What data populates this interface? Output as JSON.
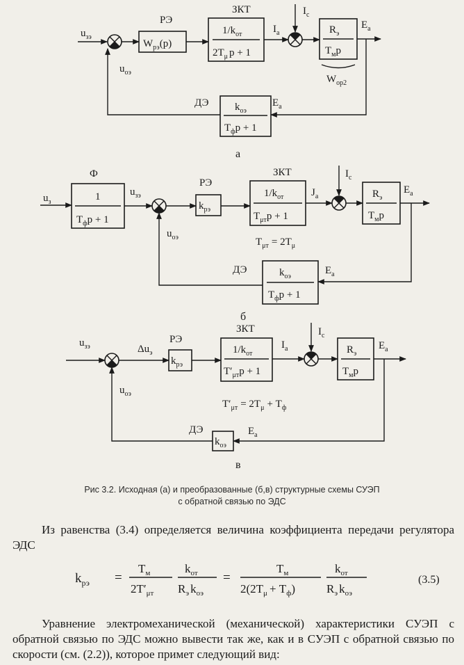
{
  "diagram_a": {
    "u_input": "u",
    "u_input_sub": "зэ",
    "u_feedback": "u",
    "u_feedback_sub": "оэ",
    "re_label": "РЭ",
    "re_W": "W",
    "re_W_sub": "рэ",
    "re_W_arg": "(p)",
    "zkt_label": "ЗКТ",
    "zkt_num": "1/k",
    "zkt_num_sub": "от",
    "zkt_den_a": "2T",
    "zkt_den_sub": "μ",
    "zkt_den_b": "p + 1",
    "Ia": "I",
    "Ia_sub": "a",
    "Ic": "I",
    "Ic_sub": "c",
    "plant_num": "R",
    "plant_num_sub": "э",
    "plant_den": "T",
    "plant_den_sub": "м",
    "plant_den_b": "p",
    "Ea": "E",
    "Ea_sub": "a",
    "wop": "W",
    "wop_sub": "op2",
    "de_label": "ДЭ",
    "de_num": "k",
    "de_num_sub": "оэ",
    "de_den": "T",
    "de_den_sub": "ф",
    "de_den_b": "p + 1",
    "label": "а"
  },
  "diagram_b": {
    "u_in": "u",
    "u_in_sub": "з",
    "f_label": "Ф",
    "f_num": "1",
    "f_den": "T",
    "f_den_sub": "ф",
    "f_den_b": "p + 1",
    "u_mid": "u",
    "u_mid_sub": "зэ",
    "u_fb": "u",
    "u_fb_sub": "оэ",
    "re_label": "РЭ",
    "kre": "k",
    "kre_sub": "рэ",
    "zkt_label": "ЗКТ",
    "zkt_num": "1/k",
    "zkt_num_sub": "от",
    "zkt_den": "T",
    "zkt_den_sub": "μт",
    "zkt_den_b": "p + 1",
    "Ia": "J",
    "Ia_sub": "a",
    "Ic": "I",
    "Ic_sub": "c",
    "plant_num": "R",
    "plant_num_sub": "э",
    "plant_den": "T",
    "plant_den_sub": "м",
    "plant_den_b": "p",
    "Ea": "E",
    "Ea_sub": "a",
    "eq_lhs": "T",
    "eq_lhs_sub": "μт",
    "eq_rhs": "= 2T",
    "eq_rhs_sub": "μ",
    "de_label": "ДЭ",
    "de_num": "k",
    "de_num_sub": "оэ",
    "de_den": "T",
    "de_den_sub": "ф",
    "de_den_b": "p + 1",
    "Ea_fb": "E",
    "Ea_fb_sub": "a",
    "label": "б"
  },
  "diagram_c": {
    "u_in": "u",
    "u_in_sub": "зэ",
    "du": "Δu",
    "du_sub": "э",
    "re_label": "РЭ",
    "kre": "k",
    "kre_sub": "рэ",
    "zkt_label": "ЗКТ",
    "zkt_num": "1/k",
    "zkt_num_sub": "от",
    "zkt_den": "T′",
    "zkt_den_sub": "μт",
    "zkt_den_b": "p + 1",
    "Ia": "I",
    "Ia_sub": "a",
    "Ic": "I",
    "Ic_sub": "c",
    "plant_num": "R",
    "plant_num_sub": "э",
    "plant_den": "T",
    "plant_den_sub": "м",
    "plant_den_b": "p",
    "Ea": "E",
    "Ea_sub": "a",
    "eq_lhs": "T′",
    "eq_lhs_sub": "μт",
    "eq_mid": "= 2T",
    "eq_mid_sub": "μ",
    "eq_end": "+ T",
    "eq_end_sub": "ф",
    "u_fb": "u",
    "u_fb_sub": "оэ",
    "de_label": "ДЭ",
    "de_k": "k",
    "de_k_sub": "оэ",
    "Ea_fb": "E",
    "Ea_fb_sub": "a",
    "label": "в"
  },
  "caption": {
    "line1": "Рис 3.2. Исходная (а) и преобразованные (б,в) структурные схемы СУЭП",
    "line2": "с обратной связью по ЭДС"
  },
  "paragraph1": "Из равенства (3.4) определяется величина коэффициента передачи регулятора ЭДС",
  "formula": {
    "lhs": "k",
    "lhs_sub": "рэ",
    "eq": "=",
    "f1_num": "T",
    "f1_num_sub": "м",
    "f1_den": "2T′",
    "f1_den_sub": "μт",
    "f2_num": "k",
    "f2_num_sub": "от",
    "f2_den": "R",
    "f2_den_sub": "э",
    "f2_den_k": "k",
    "f2_den_k_sub": "оэ",
    "eq2": "=",
    "f3_num": "T",
    "f3_num_sub": "м",
    "f3_den_a": "2(2T",
    "f3_den_a_sub": "μ",
    "f3_den_b": "+ T",
    "f3_den_b_sub": "ф",
    "f3_den_c": ")",
    "f4_num": "k",
    "f4_num_sub": "от",
    "f4_den": "R",
    "f4_den_sub": "э",
    "f4_den_k": "k",
    "f4_den_k_sub": "оэ",
    "number": "(3.5)"
  },
  "paragraph2": "Уравнение электромеханической (механической) характеристики СУЭП с обратной связью по ЭДС можно вывести так же, как и в СУЭП с обратной связью по скорости (см. (2.2)), которое примет следующий вид:"
}
